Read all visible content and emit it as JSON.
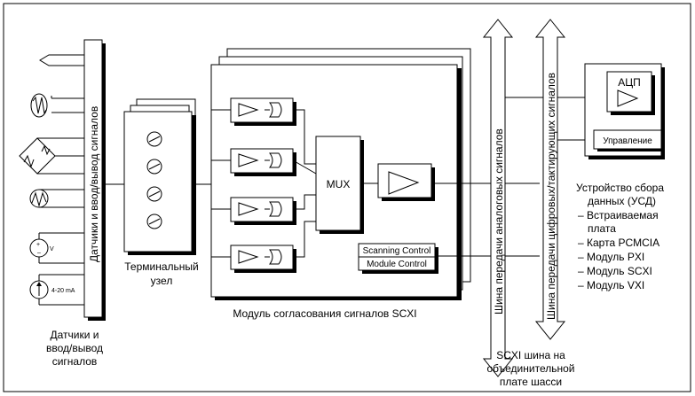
{
  "sensors": {
    "bar_label": "Датчики и ввод/вывод сигналов",
    "current_source_label": "4-20 mA",
    "voltage_source_label": "V",
    "caption": [
      "Датчики и",
      "ввод/вывод",
      "сигналов"
    ]
  },
  "terminal": {
    "caption": [
      "Терминальный",
      "узел"
    ]
  },
  "scxi_module": {
    "mux_label": "MUX",
    "scanning_control": "Scanning Control",
    "module_control": "Module Control",
    "caption": "Модуль согласования сигналов SCXI"
  },
  "buses": {
    "analog_label": "Шина передачи аналоговых сигналов",
    "digital_label": "Шина передачи цифровых/тактирующих сигналов",
    "caption": [
      "SCXI шина на",
      "объединительной",
      "плате шасси"
    ]
  },
  "daq": {
    "adc_label": "АЦП",
    "control_label": "Управление",
    "title": [
      "Устройство сбора",
      "данных (УСД)"
    ],
    "items": [
      "– Встраиваемая",
      "плата",
      "– Карта PCMCIA",
      "– Модуль PXI",
      "– Модуль SCXI",
      "– Модуль VXI"
    ]
  }
}
